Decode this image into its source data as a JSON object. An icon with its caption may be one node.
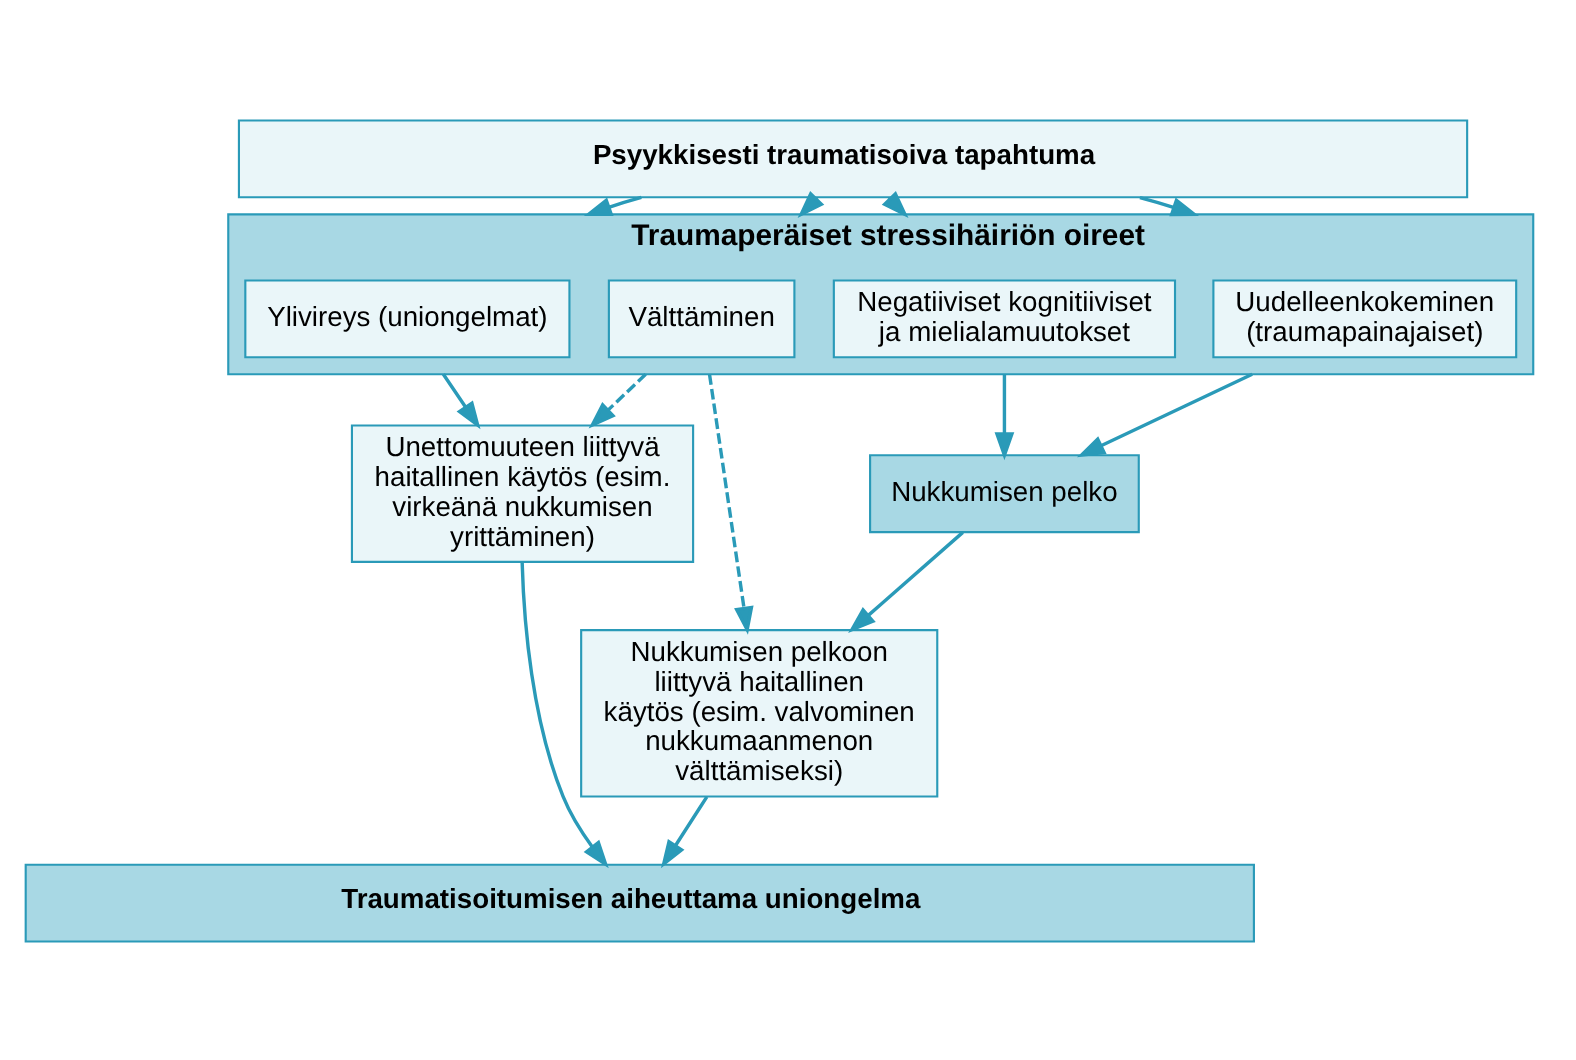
{
  "diagram": {
    "nodes": [
      {
        "text": [
          "Psyykkisesti traumatisoiva tapahtuma"
        ]
      },
      {
        "text": [
          "Traumaperäiset stressihäiriön oireet"
        ]
      },
      {
        "text": [
          "Ylivireys (uniongelmat)"
        ],
        "in": 1
      },
      {
        "text": [
          "Välttäminen"
        ],
        "in": 1
      },
      {
        "text": [
          "Negatiiviset kognitiiviset ja mielialamuutokset"
        ],
        "in": 1
      },
      {
        "text": [
          "Uudelleenkokeminen (traumapainajaiset)"
        ],
        "in": 1
      },
      {
        "text": [
          "Nukkumisen pelko"
        ]
      },
      {
        "text": [
          "Unettomuuteen liittyvä haitallinen käytös (esim. virkeänä nukkumisen yrittäminen)"
        ]
      },
      {
        "text": [
          "Nukkumisen pelkoon liittyvä haitallinen käytös (esim. valvominen nukkumaanmenon välttämiseksi)"
        ]
      },
      {
        "text": [
          "Traumatisoitumisen aiheuttama uniongelma"
        ]
      }
    ],
    "edges": [
      {
        "from": 0,
        "to": 1,
        "arrow": "to"
      },
      {
        "from": 0,
        "to": 1,
        "arrow": "to"
      },
      {
        "from": 0,
        "to": 1,
        "arrow": "to"
      },
      {
        "from": 0,
        "to": 1,
        "arrow": "to"
      },
      {
        "from": 2,
        "to": 7,
        "arrow": "to"
      },
      {
        "from": 3,
        "to": 7,
        "arrow": "to",
        "style": "dashed"
      },
      {
        "from": 3,
        "to": 8,
        "arrow": "to",
        "style": "dashed"
      },
      {
        "from": 4,
        "to": 6,
        "arrow": "to"
      },
      {
        "from": 5,
        "to": 6,
        "arrow": "to"
      },
      {
        "from": 6,
        "to": 8,
        "arrow": "to"
      },
      {
        "from": 7,
        "to": 9,
        "arrow": "to"
      },
      {
        "from": 8,
        "to": 9,
        "arrow": "to"
      }
    ]
  }
}
